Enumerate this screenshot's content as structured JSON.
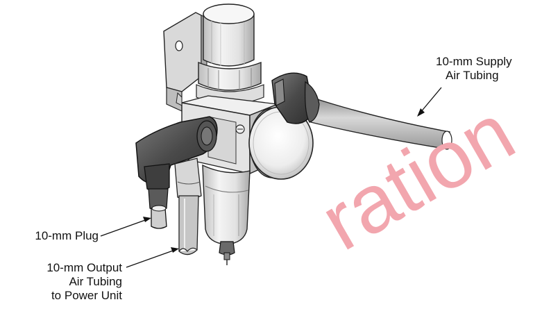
{
  "labels": {
    "supply": {
      "line1": "10-mm Supply",
      "line2": "Air Tubing"
    },
    "plug": {
      "line1": "10-mm Plug"
    },
    "output": {
      "line1": "10-mm Output",
      "line2": "Air Tubing",
      "line3": "to Power Unit"
    }
  },
  "watermark": {
    "text": "ration",
    "color": "#f2a6ae"
  },
  "colors": {
    "outline": "#222222",
    "body_light": "#e6e6e6",
    "body_mid": "#cfcfcf",
    "body_dark": "#9a9a9a",
    "fitting_dark": "#4a4a4a",
    "fitting_mid": "#6e6e6e"
  }
}
